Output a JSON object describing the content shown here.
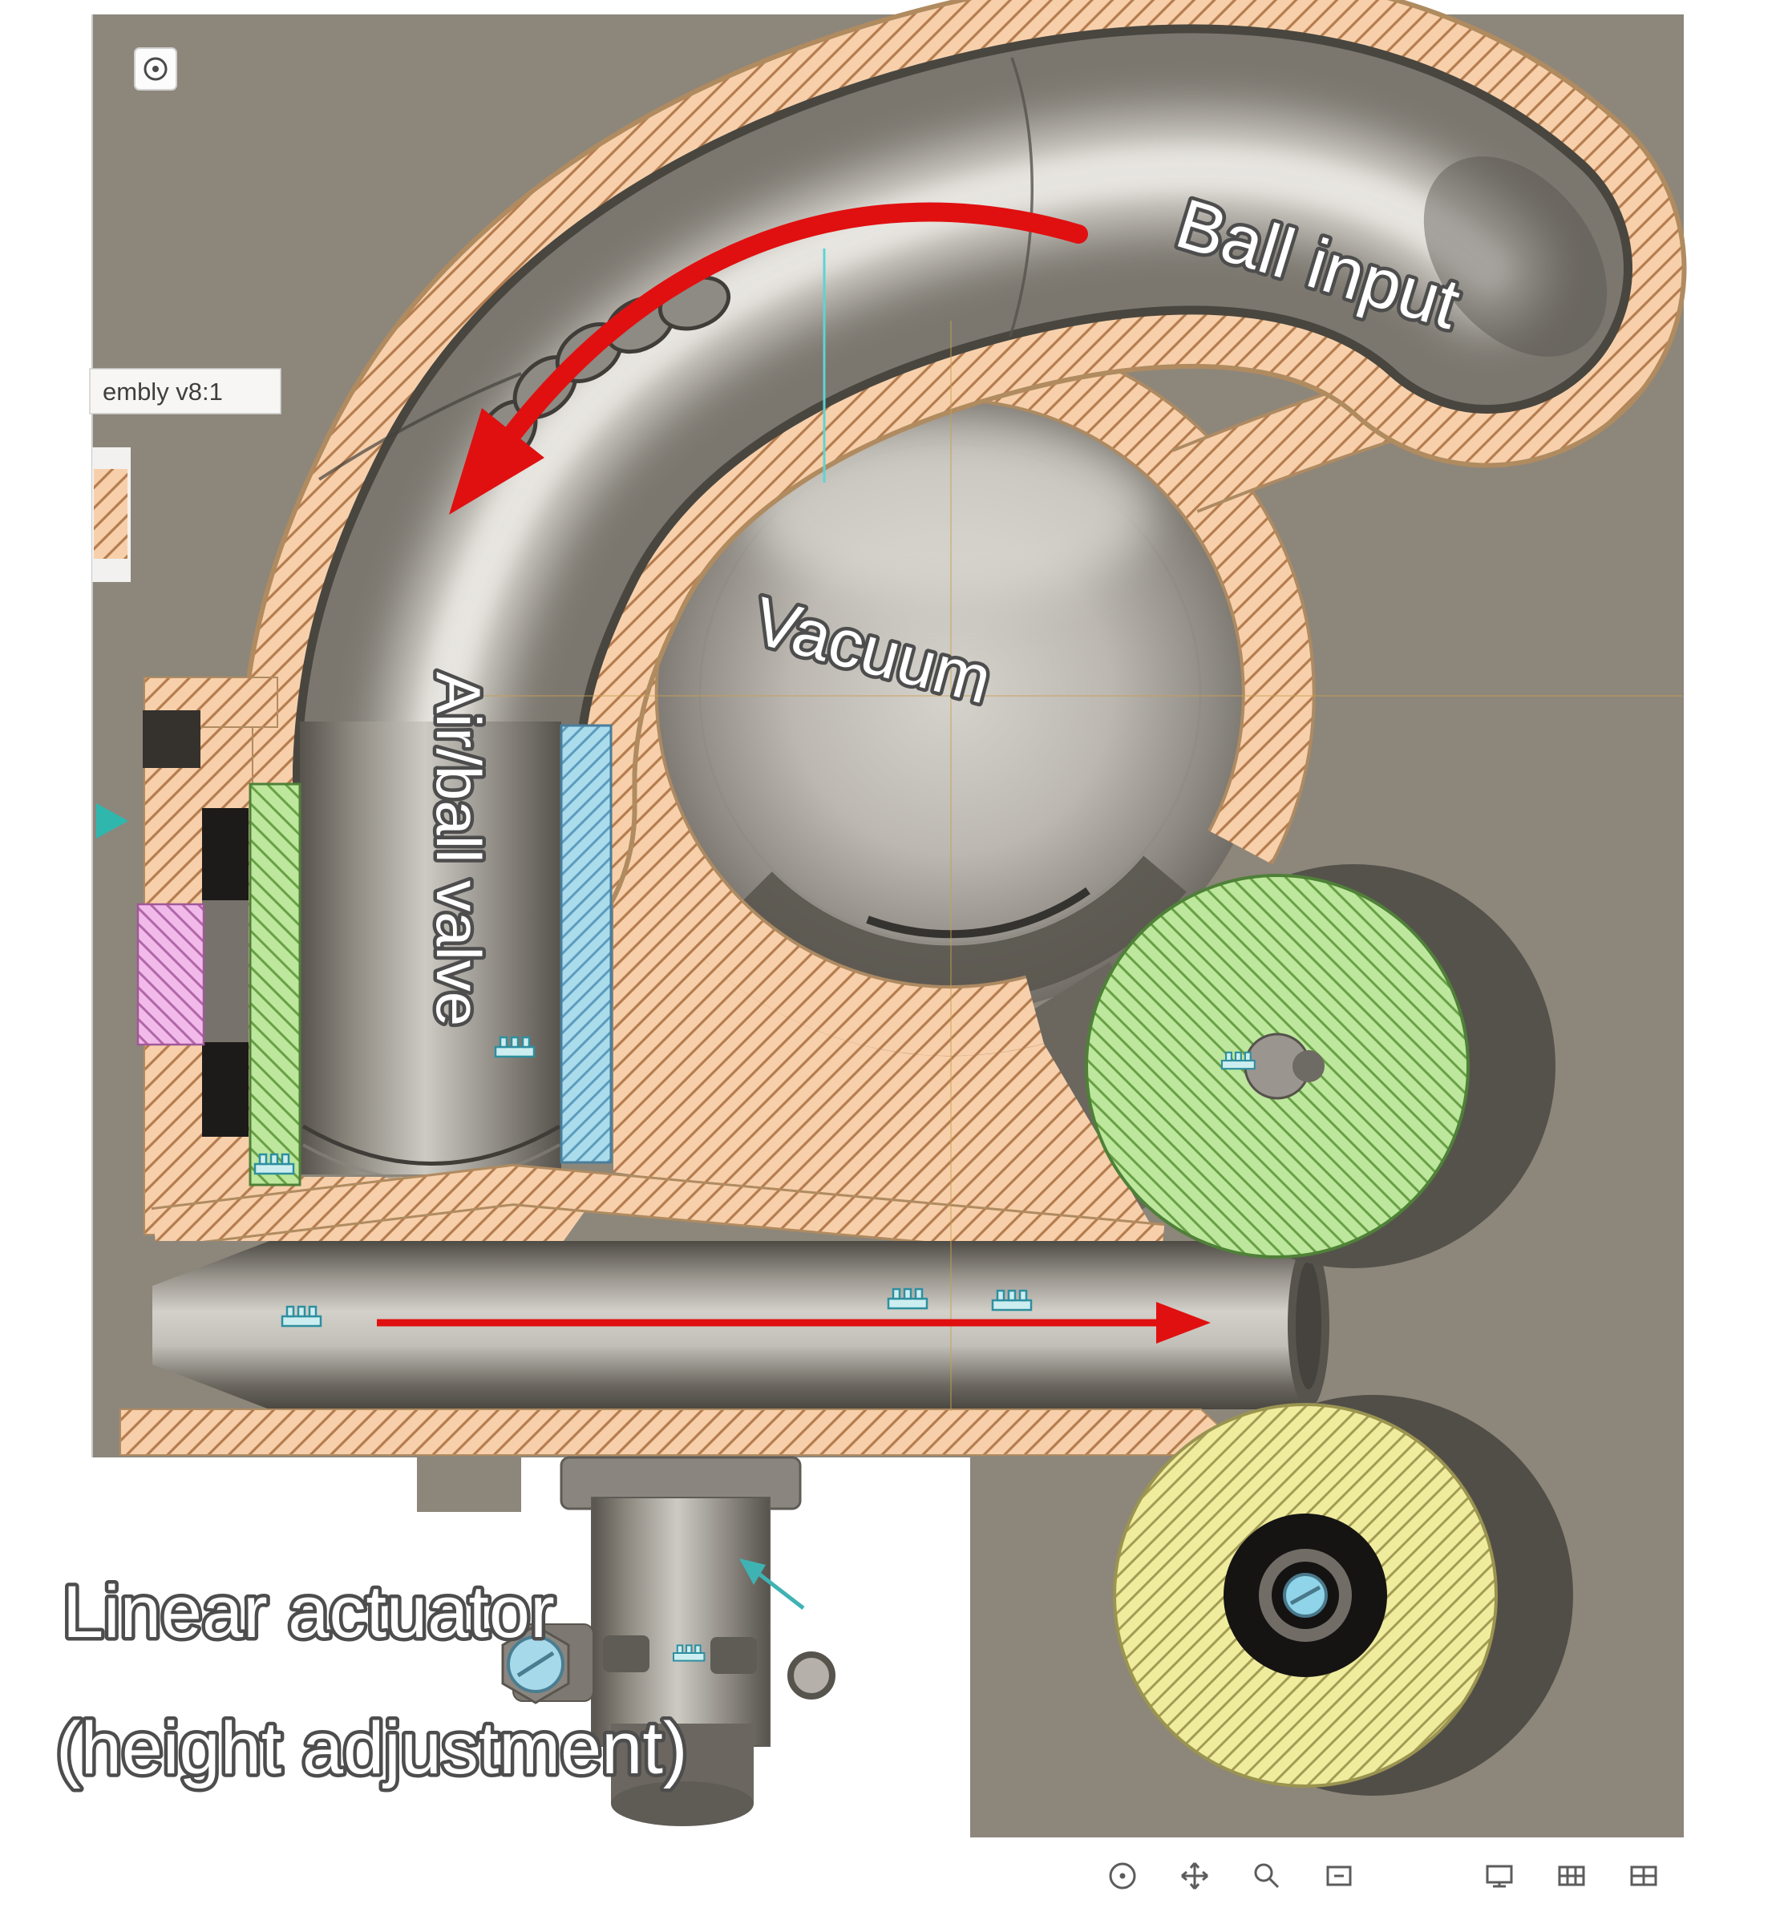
{
  "app": {
    "viewport_background": "#8d867b",
    "assembly_version_label": "embly v8:1",
    "toolbar_icons": [
      "orbit",
      "pan",
      "zoom",
      "fit-view",
      "display-settings",
      "grid",
      "viewports"
    ]
  },
  "annotations": {
    "ball_input": "Ball input",
    "vacuum": "Vacuum",
    "air_ball_valve": "Air/ball valve",
    "linear_actuator_line_1": "Linear actuator",
    "linear_actuator_line_2": "(height adjustment)"
  },
  "colors": {
    "arrow_red": "#e01010",
    "hatch_peach": "#f7d0ab",
    "hatch_green": "#bce79c",
    "hatch_blue": "#aadcec",
    "hatch_yellow": "#f0ec9e",
    "hatch_pink": "#f2baea",
    "teal_accent": "#3fb3b3",
    "viewport_grey": "#8d867b"
  }
}
